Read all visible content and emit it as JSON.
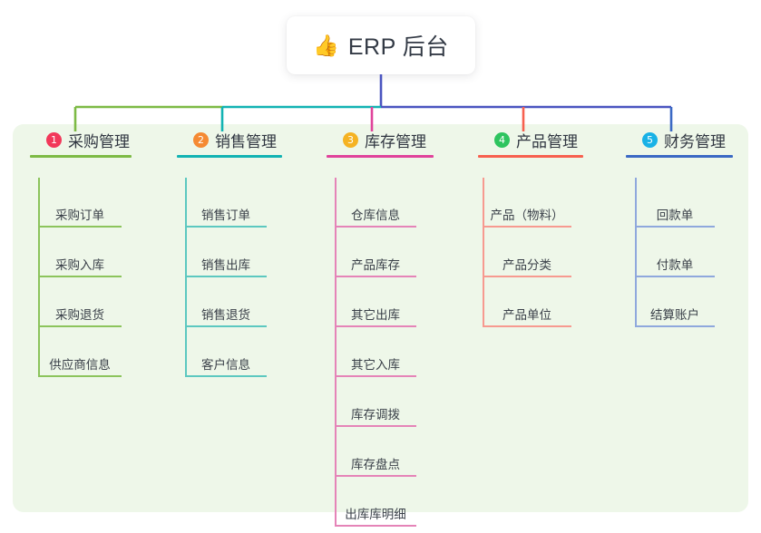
{
  "root": {
    "icon": "thumbs-up-icon",
    "icon_glyph": "👍",
    "title": "ERP 后台"
  },
  "palette": {
    "panel_bg": "#eef7e9",
    "page_bg": "#ffffff",
    "root_stem": "#4a55c0",
    "text": "#2f3540"
  },
  "columns": [
    {
      "number": "1",
      "title": "采购管理",
      "badge_color": "#f2385a",
      "rule_color": "#7dba45",
      "link_color": "#7dba45",
      "leaf_rule_color": "#8cc45c",
      "items": [
        "采购订单",
        "采购入库",
        "采购退货",
        "供应商信息"
      ]
    },
    {
      "number": "2",
      "title": "销售管理",
      "badge_color": "#f58a33",
      "rule_color": "#12b3b3",
      "link_color": "#12b3b3",
      "leaf_rule_color": "#5cc8c0",
      "items": [
        "销售订单",
        "销售出库",
        "销售退货",
        "客户信息"
      ]
    },
    {
      "number": "3",
      "title": "库存管理",
      "badge_color": "#f5b323",
      "rule_color": "#e0439b",
      "link_color": "#e0439b",
      "leaf_rule_color": "#e584b8",
      "items": [
        "仓库信息",
        "产品库存",
        "其它出库",
        "其它入库",
        "库存调拨",
        "库存盘点",
        "出库库明细"
      ]
    },
    {
      "number": "4",
      "title": "产品管理",
      "badge_color": "#2ec45f",
      "rule_color": "#f7604f",
      "link_color": "#f7604f",
      "leaf_rule_color": "#f79a90",
      "items": [
        "产品（物料）",
        "产品分类",
        "产品单位"
      ]
    },
    {
      "number": "5",
      "title": "财务管理",
      "badge_color": "#19b2e6",
      "rule_color": "#3b69c4",
      "link_color": "#3b69c4",
      "leaf_rule_color": "#8fa8dd",
      "items": [
        "回款单",
        "付款单",
        "结算账户"
      ]
    }
  ],
  "connector_segments": [
    {
      "name": "segment-col1",
      "color": "#7dba45"
    },
    {
      "name": "segment-col2",
      "color": "#12b3b3"
    },
    {
      "name": "segment-root-right",
      "color": "#4a55c0"
    }
  ]
}
